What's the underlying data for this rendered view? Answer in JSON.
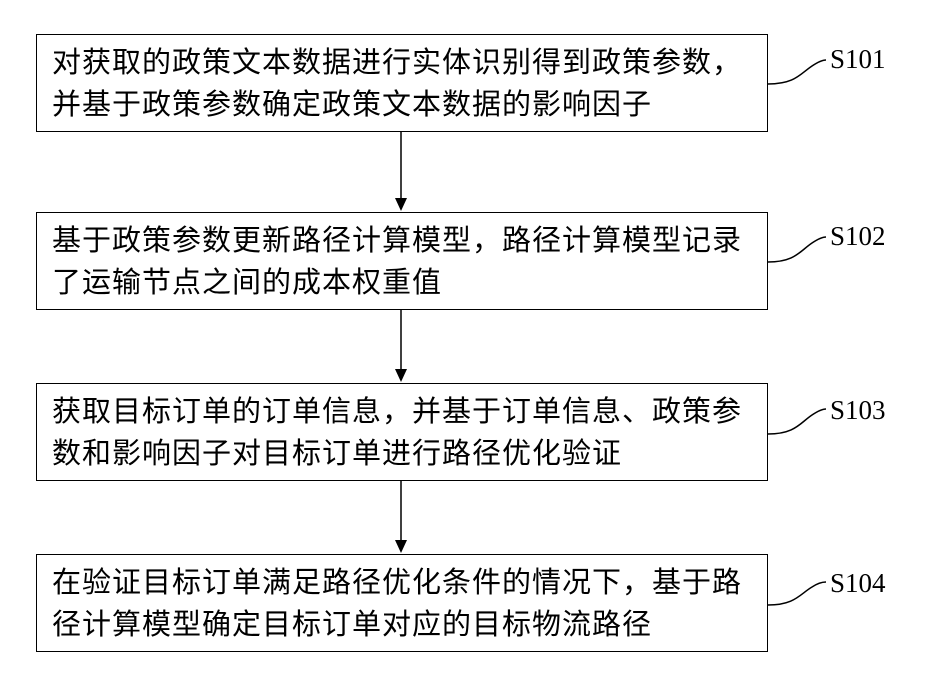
{
  "steps": [
    {
      "label": "S101",
      "text": "对获取的政策文本数据进行实体识别得到政策参数，并基于政策参数确定政策文本数据的影响因子"
    },
    {
      "label": "S102",
      "text": "基于政策参数更新路径计算模型，路径计算模型记录了运输节点之间的成本权重值"
    },
    {
      "label": "S103",
      "text": "获取目标订单的订单信息，并基于订单信息、政策参数和影响因子对目标订单进行路径优化验证"
    },
    {
      "label": "S104",
      "text": "在验证目标订单满足路径优化条件的情况下，基于路径计算模型确定目标订单对应的目标物流路径"
    }
  ],
  "colors": {
    "line": "#000000",
    "background": "#ffffff"
  }
}
